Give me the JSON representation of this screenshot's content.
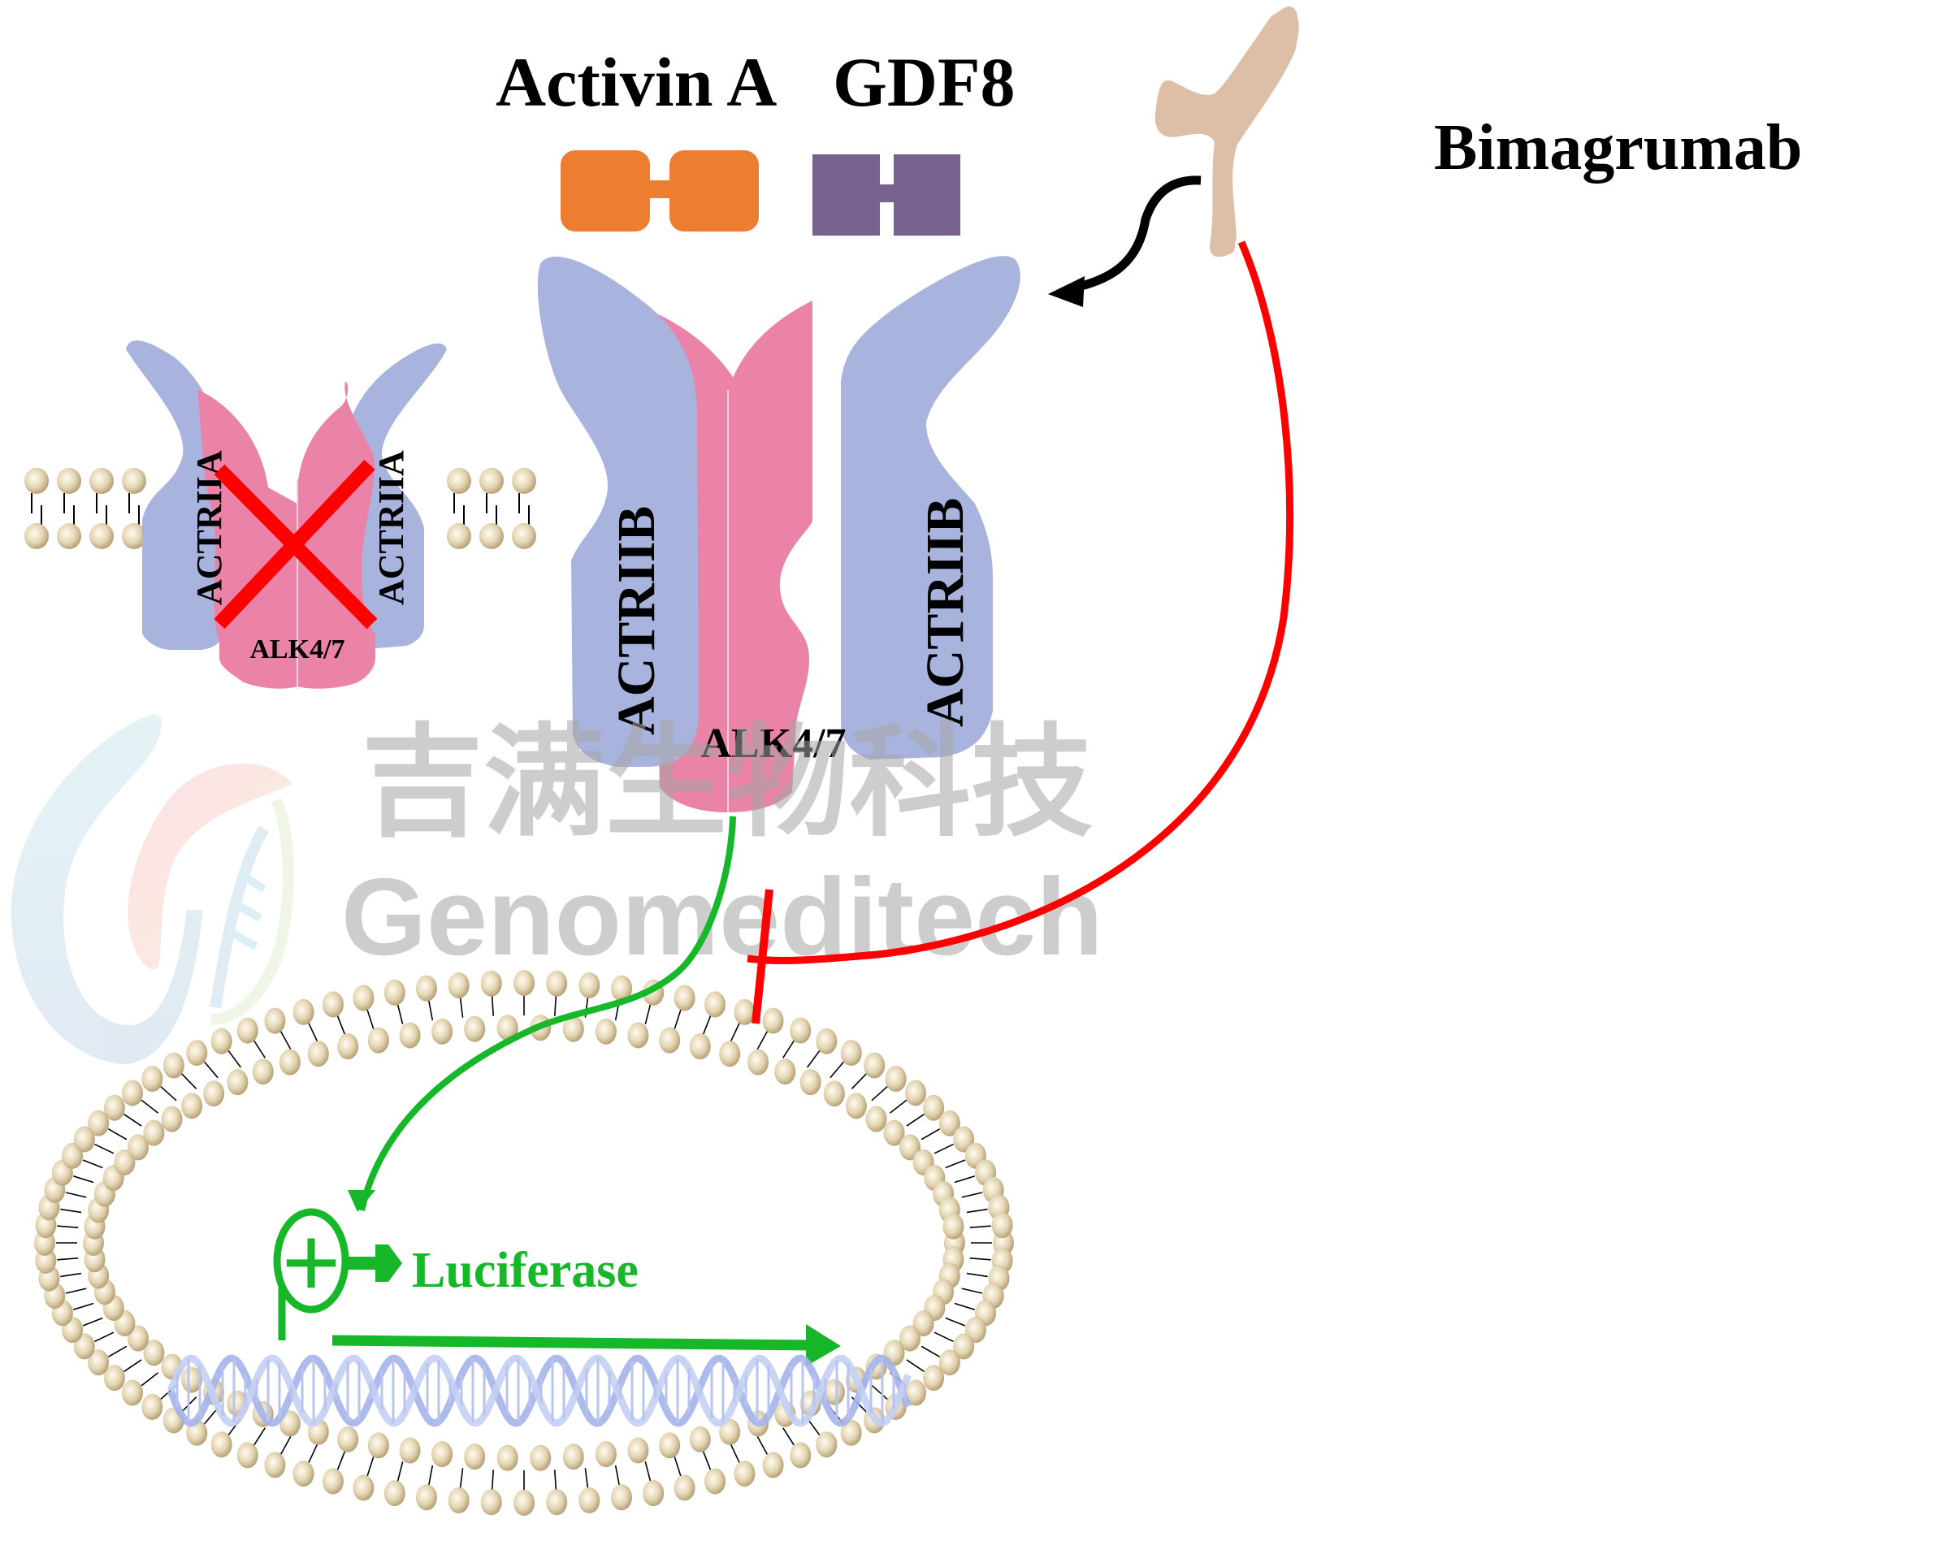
{
  "diagram": {
    "ligands": [
      {
        "name": "Activin A",
        "color": "#ED7D31"
      },
      {
        "name": "GDF8",
        "color": "#77628E"
      }
    ],
    "antibody": {
      "label": "Bimagrumab",
      "color": "#DCBFA6"
    },
    "receptor_inactive": {
      "type2_left": "ACTRIIA",
      "type2_right": "ACTRIIA",
      "type1": "ALK4/7",
      "blocked": true
    },
    "receptor_active": {
      "type2_left": "ACTRIIB",
      "type2_right": "ACTRIIB",
      "type1": "ALK4/7"
    },
    "reporter": {
      "promoter_symbol": "+",
      "gene_label": "Luciferase"
    },
    "colors": {
      "type2_receptor": "#A9B4DE",
      "type1_receptor": "#EB82A8",
      "lipid_head": "#CDB98F",
      "signal_arrow": "#16B82A",
      "inhibition": "#FF0000",
      "binding_arrow": "#000000",
      "dna": "#A4B3EA"
    },
    "edges": [
      {
        "from": "Bimagrumab",
        "to": "ACTRIIB",
        "type": "binds"
      },
      {
        "from": "Bimagrumab",
        "to": "ALK4/7 signaling",
        "type": "inhibits"
      },
      {
        "from": "ALK4/7",
        "to": "Luciferase promoter",
        "type": "activates"
      }
    ]
  },
  "watermark": {
    "chinese": "吉满生物科技",
    "english": "Genomeditech"
  }
}
